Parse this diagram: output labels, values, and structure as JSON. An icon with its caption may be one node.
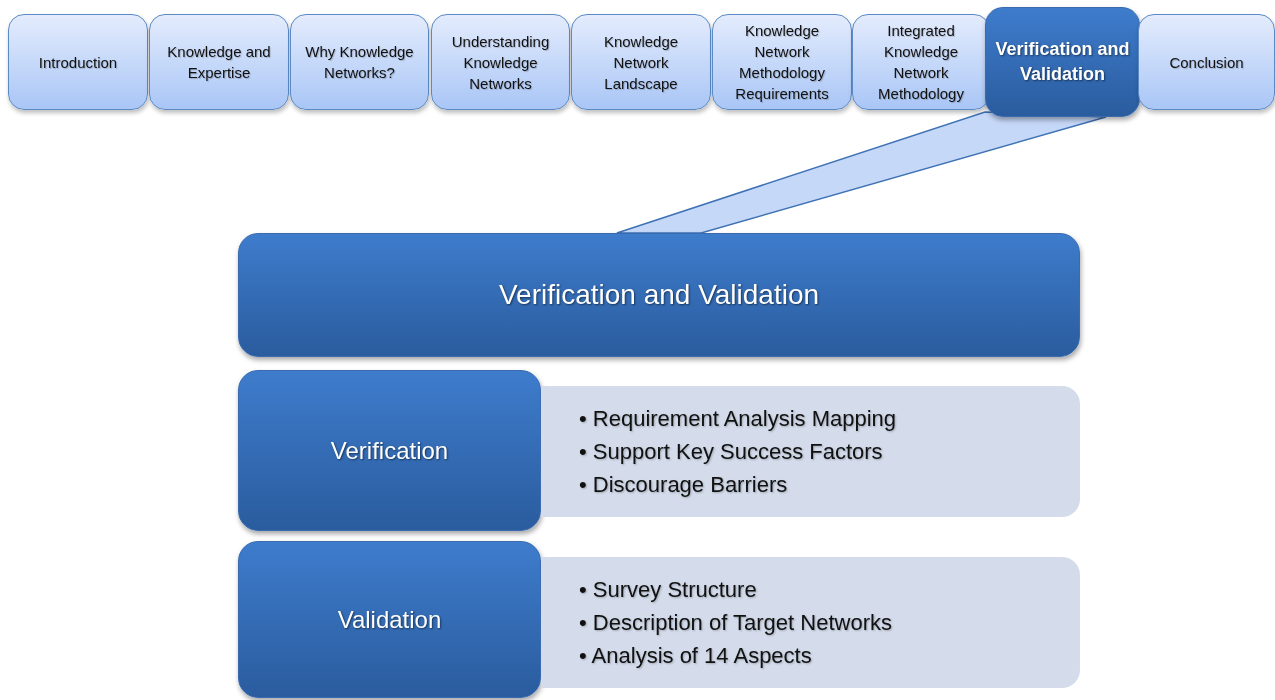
{
  "diagram": {
    "nodes": [
      {
        "text": [
          "Introduction"
        ]
      },
      {
        "text": [
          "Knowledge and Expertise"
        ]
      },
      {
        "text": [
          "Why Knowledge Networks?"
        ]
      },
      {
        "text": [
          "Understanding Knowledge Networks"
        ]
      },
      {
        "text": [
          "Knowledge Network Landscape"
        ]
      },
      {
        "text": [
          "Knowledge Network Methodology Requirements"
        ]
      },
      {
        "text": [
          "Integrated Knowledge Network Methodology"
        ]
      },
      {
        "text": [
          "Verification and Validation"
        ]
      },
      {
        "text": [
          "Conclusion"
        ]
      },
      {
        "text": [
          "Verification and Validation"
        ]
      },
      {
        "text": [
          "Verification"
        ]
      },
      {
        "text": [
          "• Requirement Analysis Mapping",
          "• Support Key Success Factors",
          "• Discourage Barriers"
        ]
      },
      {
        "text": [
          "Validation"
        ]
      },
      {
        "text": [
          "• Survey Structure",
          "• Description of Target Networks",
          "• Analysis of 14 Aspects"
        ]
      }
    ],
    "edges": [
      {
        "from": 7,
        "to": 9,
        "arrow": "none",
        "style": "thick"
      }
    ]
  }
}
